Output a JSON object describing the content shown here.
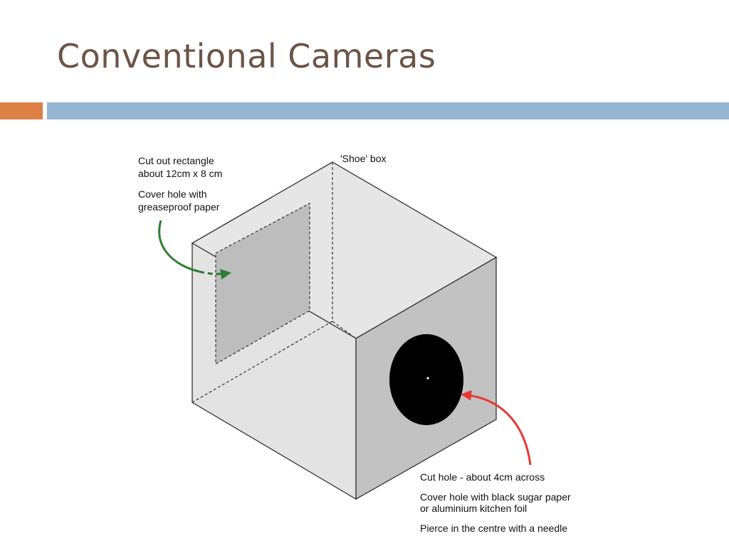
{
  "slide": {
    "title": "Conventional Cameras"
  },
  "theme": {
    "title_color": "#6b5447",
    "accent_orange": "#dd8047",
    "accent_blue": "#94b6d2",
    "green_arrow": "#2e7d32",
    "red_arrow": "#e53935"
  },
  "diagram": {
    "box_label": "'Shoe' box",
    "top_note": {
      "line1": "Cut out rectangle",
      "line2": "about 12cm x 8 cm",
      "line3": "Cover hole with",
      "line4": "greaseproof paper"
    },
    "bottom_note": {
      "line1": "Cut hole - about 4cm across",
      "line2": "Cover hole with black sugar paper",
      "line3": "or aluminium kitchen foil",
      "line4": "Pierce in the centre with a needle"
    }
  }
}
